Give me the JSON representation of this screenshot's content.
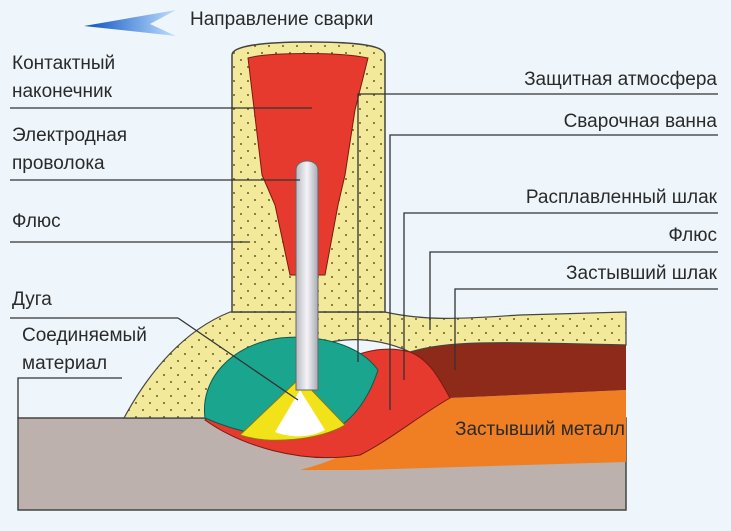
{
  "diagram": {
    "direction_label": "Направление сварки",
    "left_labels": {
      "contact_tip": [
        "Контактный",
        "наконечник"
      ],
      "electrode_wire": [
        "Электродная",
        "проволока"
      ],
      "flux": "Флюс",
      "arc": "Дуга",
      "base_material": [
        "Соединяемый",
        "материал"
      ]
    },
    "right_labels": {
      "shielding_atmosphere": "Защитная атмосфера",
      "weld_pool": "Сварочная ванна",
      "molten_slag": "Расплавленный шлак",
      "flux": "Флюс",
      "solidified_slag": "Застывший шлак",
      "solidified_metal": "Застывший металл"
    },
    "colors": {
      "background": "#eef6fb",
      "flux": "#f2ea9a",
      "tip_red": "#e63a2e",
      "weld_pool": "#1aa58f",
      "arc": "#f2e21a",
      "solidified_slag": "#8e2a1a",
      "solidified_metal": "#ef7f22",
      "base_metal": "#bdb1ad",
      "arrow": "#1f6fd6"
    }
  }
}
